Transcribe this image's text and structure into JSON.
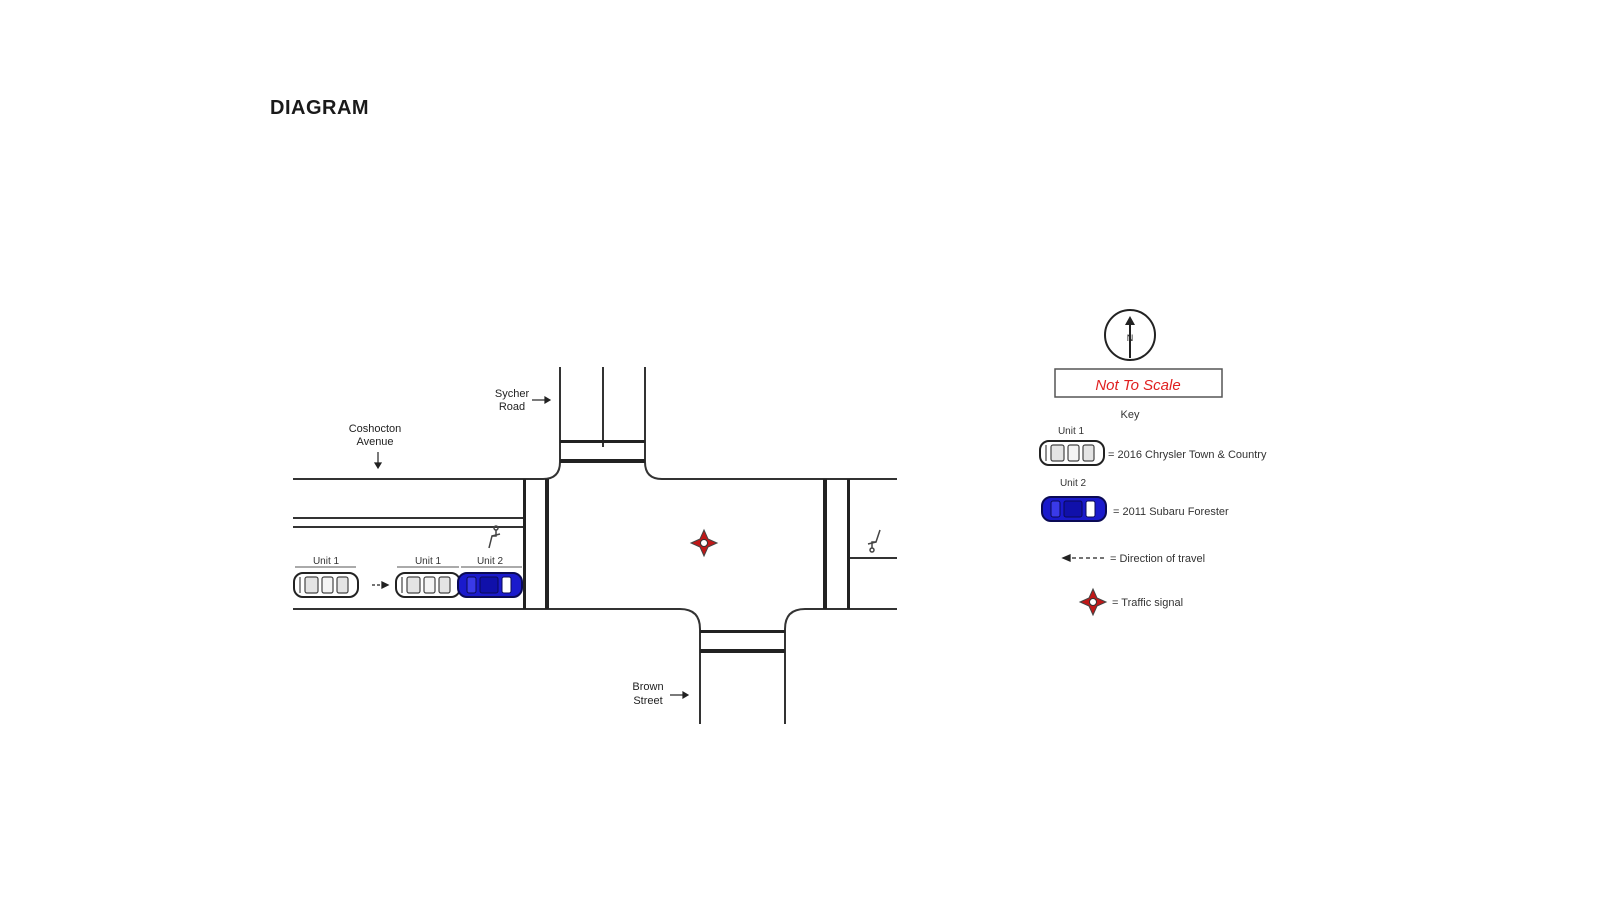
{
  "heading": "DIAGRAM",
  "streets": {
    "sycher": [
      "Sycher",
      "Road"
    ],
    "coshocton": [
      "Coshocton",
      "Avenue"
    ],
    "brown": [
      "Brown",
      "Street"
    ]
  },
  "units": {
    "unit1": "Unit 1",
    "unit2": "Unit 2"
  },
  "legend": {
    "scale_note": "Not To Scale",
    "key_title": "Key",
    "compass_letter": "N",
    "unit1_label": "Unit 1",
    "unit1_desc": "= 2016 Chrysler Town & Country",
    "unit2_label": "Unit 2",
    "unit2_desc": "= 2011 Subaru Forester",
    "direction_desc": "= Direction of travel",
    "signal_desc": "= Traffic signal"
  },
  "colors": {
    "unit1_fill": "#ffffff",
    "unit2_fill": "#1a1acc",
    "scale_text": "#e02020",
    "signal": "#c01818",
    "road_line": "#333333"
  },
  "icons": {
    "compass": "north-arrow-icon",
    "signal": "traffic-signal-icon",
    "pedestrian": "pedestrian-icon",
    "direction": "direction-arrow-icon"
  }
}
